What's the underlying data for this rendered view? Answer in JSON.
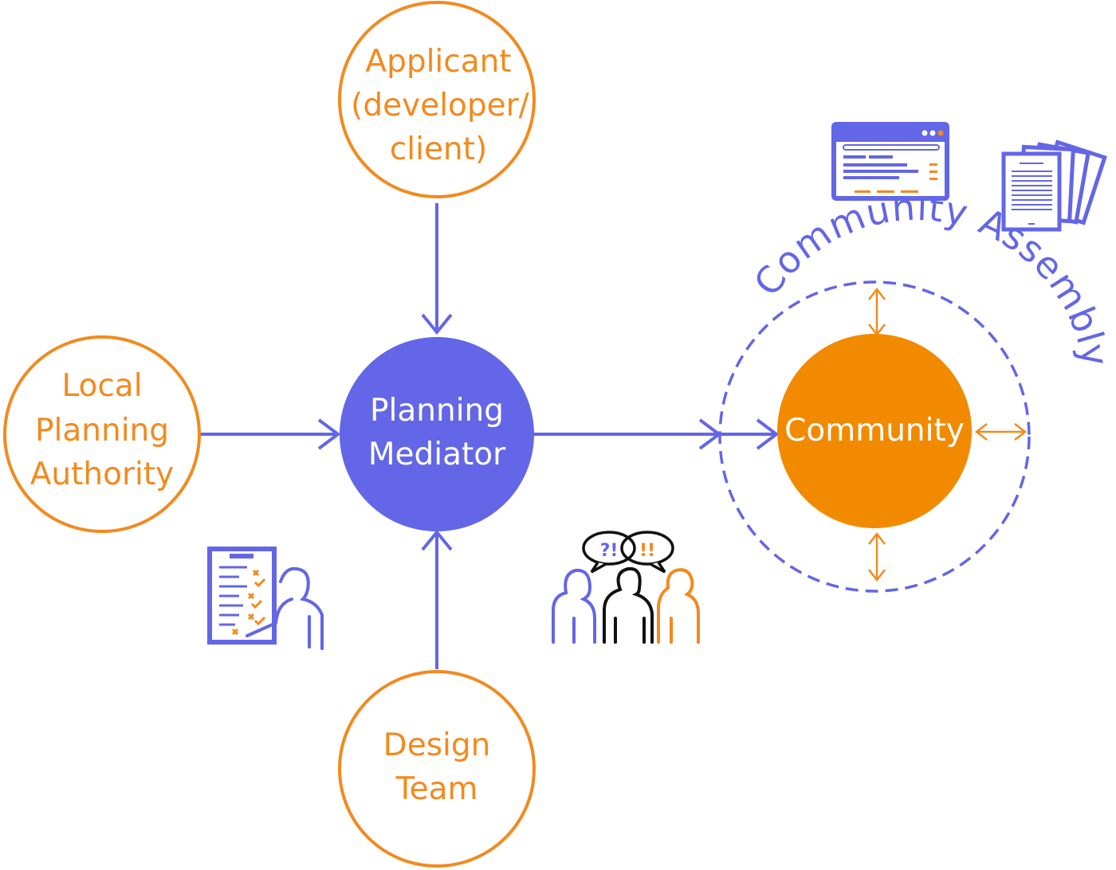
{
  "colors": {
    "orange": "#f28a1e",
    "blue": "#6366e6",
    "black": "#111111",
    "white": "#ffffff"
  },
  "nodes": {
    "applicant": {
      "line1": "Applicant",
      "line2": "(developer/",
      "line3": "client)"
    },
    "lpa": {
      "line1": "Local",
      "line2": "Planning",
      "line3": "Authority"
    },
    "mediator": {
      "line1": "Planning",
      "line2": "Mediator"
    },
    "design": {
      "line1": "Design",
      "line2": "Team"
    },
    "community": {
      "label": "Community"
    }
  },
  "assembly": {
    "label": "Community Assembly"
  },
  "icons": [
    "browser-window-icon",
    "documents-stack-icon",
    "checklist-presenter-icon",
    "discussion-group-icon"
  ],
  "speech": {
    "left": "?!",
    "right": "!!"
  }
}
